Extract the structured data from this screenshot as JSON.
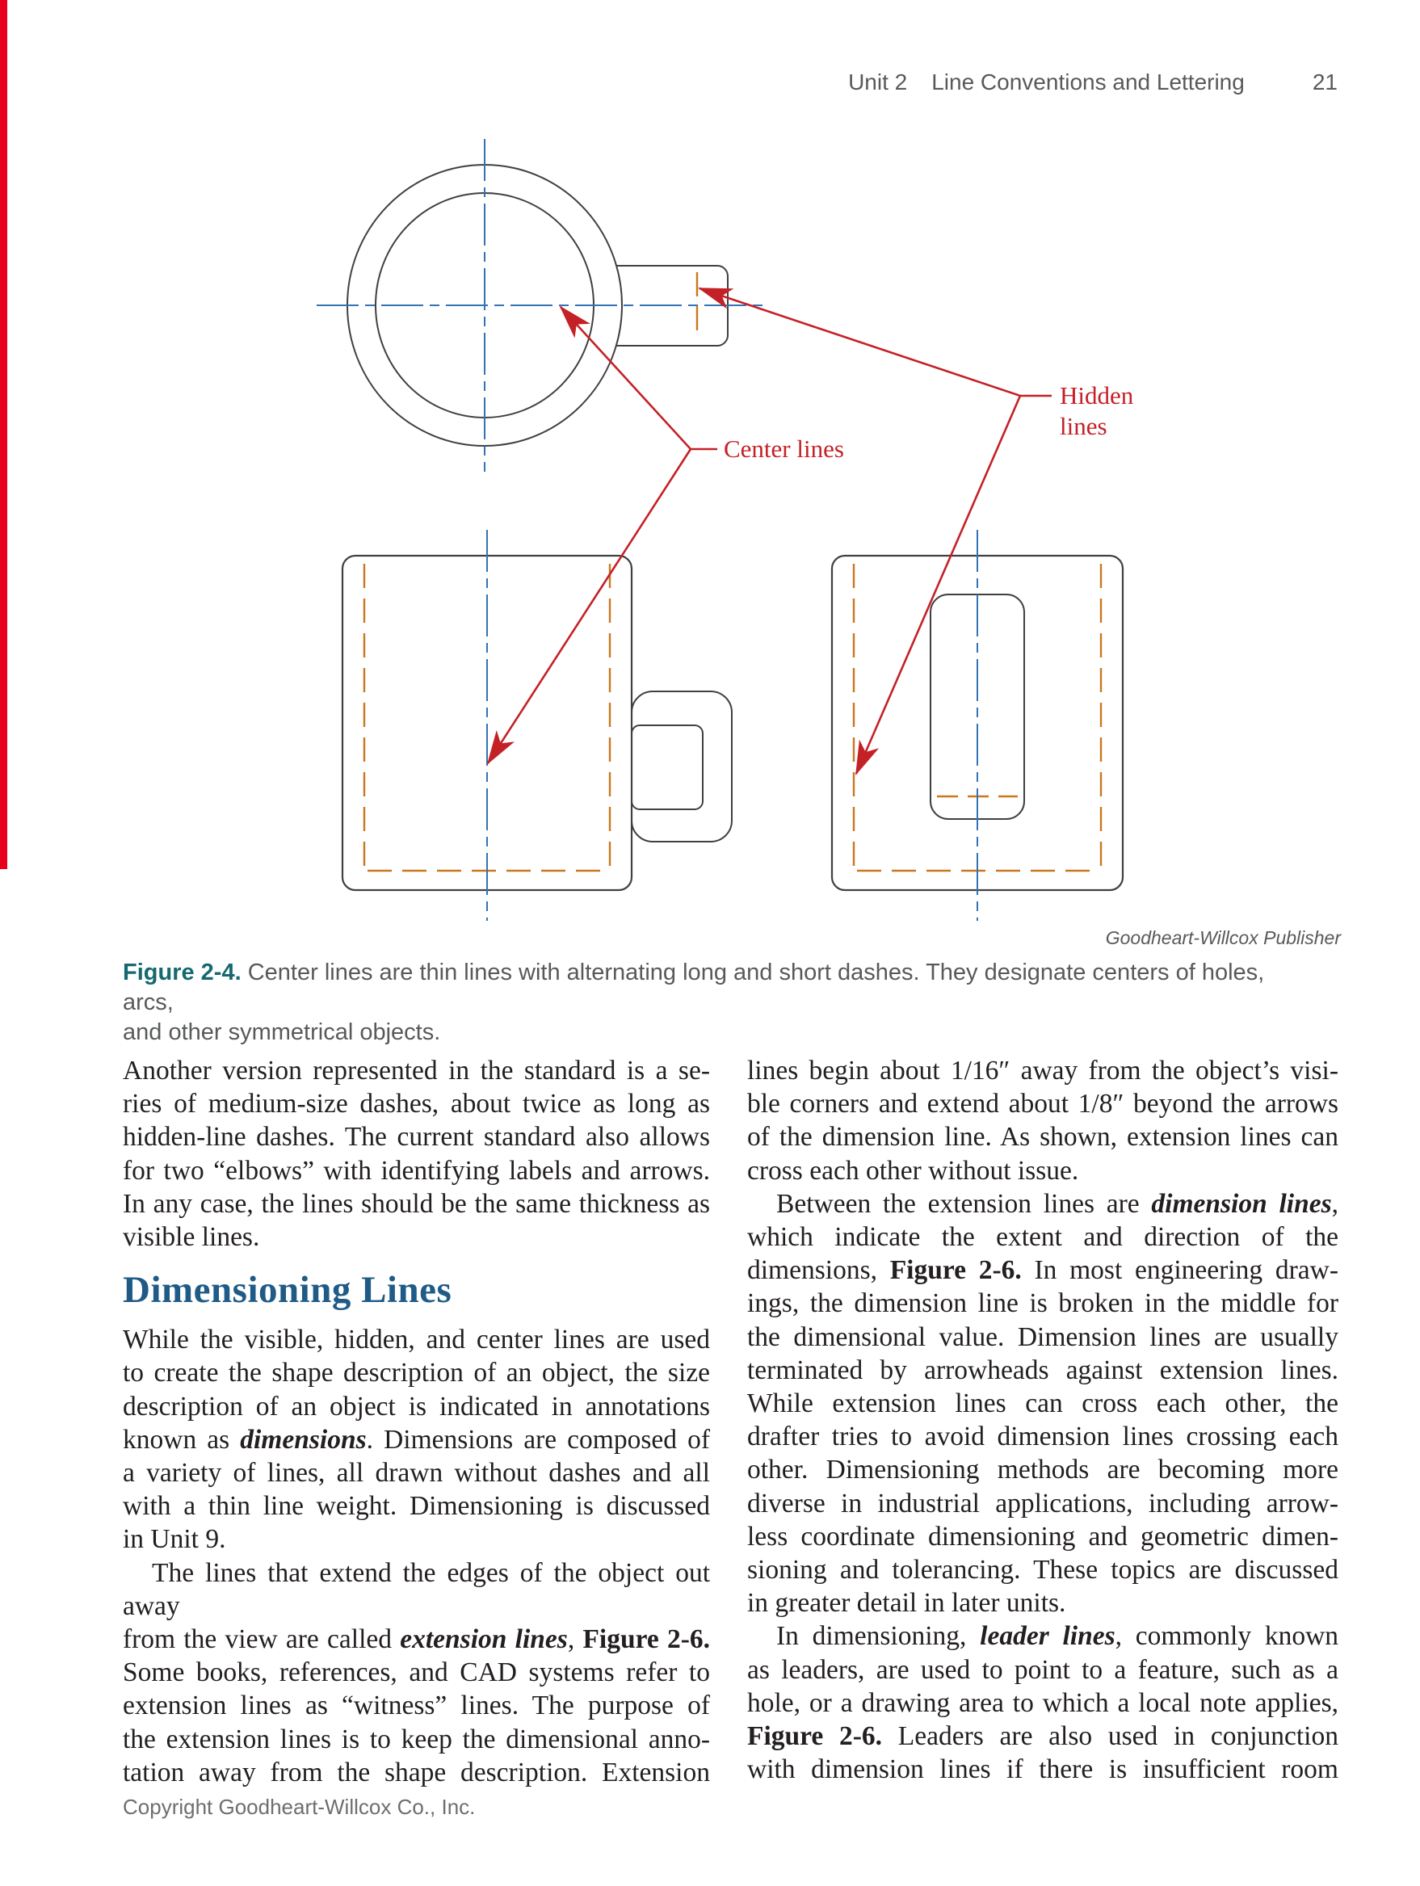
{
  "page": {
    "tab_color": "#e8001d"
  },
  "header": {
    "unit": "Unit 2",
    "title": "Line Conventions and Lettering",
    "page_number": "21"
  },
  "figure": {
    "labels": {
      "center": "Center lines",
      "hidden_word1": "Hidden",
      "hidden_word2": "lines"
    },
    "credit": "Goodheart-Willcox Publisher",
    "caption": {
      "label": "Figure 2-4.",
      "line1": "Center lines are thin lines with alternating long and short dashes. They designate centers of holes, arcs,",
      "line2": "and other symmetrical objects."
    },
    "colors": {
      "centerline_blue": "#3273b5",
      "hidden_orange": "#c9781f",
      "outline": "#404040",
      "annotation_red": "#c42127"
    }
  },
  "columns": {
    "left": [
      {
        "type": "para",
        "lines": [
          {
            "s": [
              [
                "Another version represented in the standard is a se-",
                ""
              ]
            ]
          },
          {
            "s": [
              [
                "ries of medium-size dashes, about twice as long as",
                ""
              ]
            ]
          },
          {
            "s": [
              [
                "hidden-line dashes. The current standard also allows",
                ""
              ]
            ]
          },
          {
            "s": [
              [
                "for two “elbows” with identifying labels and arrows.",
                ""
              ]
            ]
          },
          {
            "s": [
              [
                "In any case, the lines should be the same thickness as",
                ""
              ]
            ]
          },
          {
            "s": [
              [
                "visible lines.",
                ""
              ]
            ],
            "end": true
          }
        ]
      },
      {
        "type": "heading",
        "text": "Dimensioning Lines"
      },
      {
        "type": "para",
        "lines": [
          {
            "s": [
              [
                "While the visible, hidden, and center lines are used",
                ""
              ]
            ]
          },
          {
            "s": [
              [
                "to create the shape description of an object, the size",
                ""
              ]
            ]
          },
          {
            "s": [
              [
                "description of an object is indicated in annotations",
                ""
              ]
            ]
          },
          {
            "s": [
              [
                "known as ",
                ""
              ],
              [
                "dimensions",
                "bi"
              ],
              [
                ". Dimensions are composed of",
                ""
              ]
            ]
          },
          {
            "s": [
              [
                "a variety of lines, all drawn without dashes and all",
                ""
              ]
            ]
          },
          {
            "s": [
              [
                "with a thin line weight. Dimensioning is discussed",
                ""
              ]
            ]
          },
          {
            "s": [
              [
                "in Unit 9.",
                ""
              ]
            ],
            "end": true
          }
        ]
      },
      {
        "type": "para",
        "lines": [
          {
            "s": [
              [
                "The lines that extend the edges of the object out away",
                ""
              ]
            ],
            "ind": true
          },
          {
            "s": [
              [
                "from the view are called ",
                ""
              ],
              [
                "extension lines",
                "bi"
              ],
              [
                ", ",
                ""
              ],
              [
                "Figure 2-6.",
                "b"
              ]
            ]
          },
          {
            "s": [
              [
                "Some books, references, and CAD systems refer to",
                ""
              ]
            ]
          },
          {
            "s": [
              [
                "extension lines as “witness” lines. The purpose of",
                ""
              ]
            ]
          },
          {
            "s": [
              [
                "the extension lines is to keep the dimensional anno-",
                ""
              ]
            ]
          },
          {
            "s": [
              [
                "tation away from the shape description. Extension",
                ""
              ]
            ]
          }
        ]
      }
    ],
    "right": [
      {
        "type": "para",
        "lines": [
          {
            "s": [
              [
                "lines begin about 1/16″ away from the object’s visi-",
                ""
              ]
            ]
          },
          {
            "s": [
              [
                "ble corners and extend about 1/8″ beyond the arrows",
                ""
              ]
            ]
          },
          {
            "s": [
              [
                "of the dimension line. As shown, extension lines can",
                ""
              ]
            ]
          },
          {
            "s": [
              [
                "cross each other without issue.",
                ""
              ]
            ],
            "end": true
          }
        ]
      },
      {
        "type": "para",
        "lines": [
          {
            "s": [
              [
                "Between the extension lines are ",
                ""
              ],
              [
                "dimension lines",
                "bi"
              ],
              [
                ",",
                ""
              ]
            ],
            "ind": true
          },
          {
            "s": [
              [
                "which indicate the extent and direction of the",
                ""
              ]
            ]
          },
          {
            "s": [
              [
                "dimensions, ",
                ""
              ],
              [
                "Figure 2-6.",
                "b"
              ],
              [
                " In most engineering draw-",
                ""
              ]
            ]
          },
          {
            "s": [
              [
                "ings, the dimension line is broken in the middle for",
                ""
              ]
            ]
          },
          {
            "s": [
              [
                "the dimensional value. Dimension lines are usually",
                ""
              ]
            ]
          },
          {
            "s": [
              [
                "terminated by arrowheads against extension lines.",
                ""
              ]
            ]
          },
          {
            "s": [
              [
                "While extension lines can cross each other, the",
                ""
              ]
            ]
          },
          {
            "s": [
              [
                "drafter tries to avoid dimension lines crossing each",
                ""
              ]
            ]
          },
          {
            "s": [
              [
                "other. Dimensioning methods are becoming more",
                ""
              ]
            ]
          },
          {
            "s": [
              [
                "diverse in industrial applications, including arrow-",
                ""
              ]
            ]
          },
          {
            "s": [
              [
                "less coordinate dimensioning and geometric dimen-",
                ""
              ]
            ]
          },
          {
            "s": [
              [
                "sioning and tolerancing. These topics are discussed",
                ""
              ]
            ]
          },
          {
            "s": [
              [
                "in greater detail in later units.",
                ""
              ]
            ],
            "end": true
          }
        ]
      },
      {
        "type": "para",
        "lines": [
          {
            "s": [
              [
                "In dimensioning, ",
                ""
              ],
              [
                "leader lines",
                "bi"
              ],
              [
                ", commonly known",
                ""
              ]
            ],
            "ind": true
          },
          {
            "s": [
              [
                "as leaders, are used to point to a feature, such as a",
                ""
              ]
            ]
          },
          {
            "s": [
              [
                "hole, or a drawing area to which a local note applies,",
                ""
              ]
            ]
          },
          {
            "s": [
              [
                "Figure 2-6.",
                "b"
              ],
              [
                " Leaders are also used in conjunction",
                ""
              ]
            ]
          },
          {
            "s": [
              [
                "with dimension lines if there is insufficient room",
                ""
              ]
            ]
          }
        ]
      }
    ]
  },
  "footer": {
    "copyright": "Copyright Goodheart-Willcox Co., Inc."
  }
}
